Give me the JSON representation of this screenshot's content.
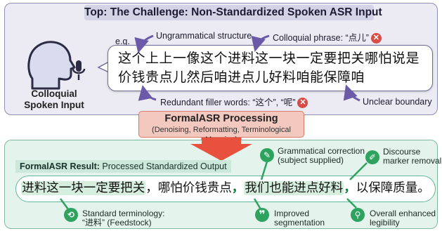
{
  "top": {
    "title": "Top: The Challenge: Non-Standardized Spoken ASR Input",
    "example_prefix": "e.g.",
    "speaker_label_line1": "Colloquial",
    "speaker_label_line2": "Spoken Input",
    "utterance_line1": "这个上上一像这个进料这一块一定要把关哪怕说是",
    "utterance_line2": "价钱贵点儿然后咱进点儿好料咱能保障咱",
    "annotations": {
      "ungrammatical": "Ungrammatical structure",
      "colloquial_phrase": "Colloquial phrase: “点儿”",
      "filler_words": "Redundant filler words: “这个”, “呢”",
      "unclear_boundary": "Unclear boundary"
    }
  },
  "process": {
    "title": "FormalASR Processing",
    "subtitle": "(Denoising, Reformatting, Terminological Mapping)"
  },
  "bottom": {
    "result_bold": "FormalASR Result:",
    "result_rest": " Processed Standardized Output",
    "output_parts": [
      "进料这一块一定要把关",
      "，哪怕价钱贵点",
      "，",
      "我们也能进点好料",
      "，",
      "以保障质量。"
    ],
    "annotations": {
      "grammatical_1": "Grammatical correction",
      "grammatical_2": "(subject supplied)",
      "discourse_1": "Discourse",
      "discourse_2": "marker removal",
      "terminology_1": "Standard terminology:",
      "terminology_2": "“进料” (Feedstock)",
      "segmentation_1": "Improved",
      "segmentation_2": "segmentation",
      "legibility_1": "Overall enhanced",
      "legibility_2": "legibility"
    }
  },
  "colors": {
    "top_bg": "#eceaf3",
    "bottom_bg": "#e4f3ec",
    "process_bg": "#f2c8bf",
    "arrow": "#e8513d",
    "error_red": "#d84c45",
    "success_green": "#2ea35f",
    "connector_purple": "#6a5aa8"
  },
  "icons": [
    "speaker-head-icon",
    "microphone-icon",
    "cross-icon",
    "pencil-icon",
    "eraser-icon",
    "recycle-icon",
    "quote-icon",
    "magnifier-icon"
  ]
}
